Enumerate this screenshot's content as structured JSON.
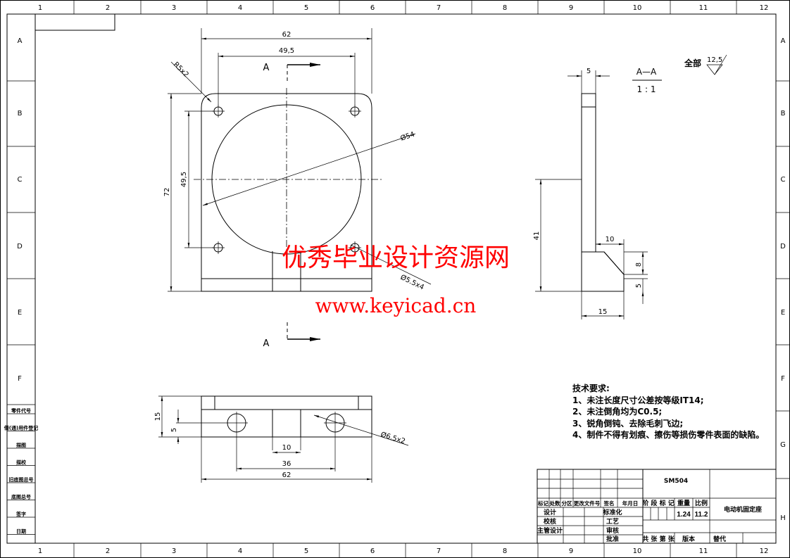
{
  "frame": {
    "columns": [
      "1",
      "2",
      "3",
      "4",
      "5",
      "6",
      "7",
      "8",
      "9",
      "10",
      "11",
      "12"
    ],
    "rows_left": [
      "A",
      "B",
      "C",
      "D",
      "E",
      "F"
    ],
    "rows_right": [
      "A",
      "B",
      "C",
      "D",
      "E",
      "F",
      "G",
      "H"
    ]
  },
  "left_strip": [
    "零件代号",
    "借(通)用件登记",
    "描图",
    "描校",
    "旧底图总号",
    "底图总号",
    "签字",
    "日期"
  ],
  "front_view": {
    "width": "62",
    "hole_spacing_x": "49,5",
    "corner_radius": "R5x2",
    "height": "72",
    "hole_spacing_y": "49,5",
    "bore": "Ø54",
    "hole_label": "Ø5.5x4",
    "section_mark": "A"
  },
  "section_view": {
    "title": "A—A",
    "scale": "1 : 1",
    "top_width": "5",
    "height": "41",
    "step": "10",
    "chamfer_h": "8",
    "base_h": "5",
    "base_width": "15"
  },
  "bottom_view": {
    "height": "15",
    "hole_offset": "5",
    "slot": "10",
    "hole_spacing": "36",
    "width": "62",
    "hole_label": "Ø6.5x2"
  },
  "roughness": {
    "label": "全部",
    "value": "12,5"
  },
  "requirements": {
    "title": "技术要求:",
    "items": [
      "1、未注长度尺寸公差按等级IT14;",
      "2、未注倒角均为C0.5;",
      "3、锐角倒钝、去除毛刺飞边;",
      "4、制件不得有划痕、擦伤等损伤零件表面的缺陷。"
    ]
  },
  "title_block": {
    "code": "SM504",
    "part_name": "电动机固定座",
    "headers": [
      "标记",
      "处数",
      "分区",
      "更改文件号",
      "签名",
      "年月日"
    ],
    "roles": [
      "设计",
      "校核",
      "主管设计"
    ],
    "roles2": [
      "标准化",
      "工艺",
      "审核",
      "批准"
    ],
    "stage_label": "阶 段 标 记",
    "weight_label": "重量",
    "scale_label": "比例",
    "weight": "1.24",
    "scale": "11.2",
    "sheets": "共 张 第 张",
    "version": "版本",
    "replace": "替代"
  },
  "watermark": {
    "line1": "优秀毕业设计资源网",
    "line2": "www.keyicad.cn",
    "color": "#ff0000"
  }
}
